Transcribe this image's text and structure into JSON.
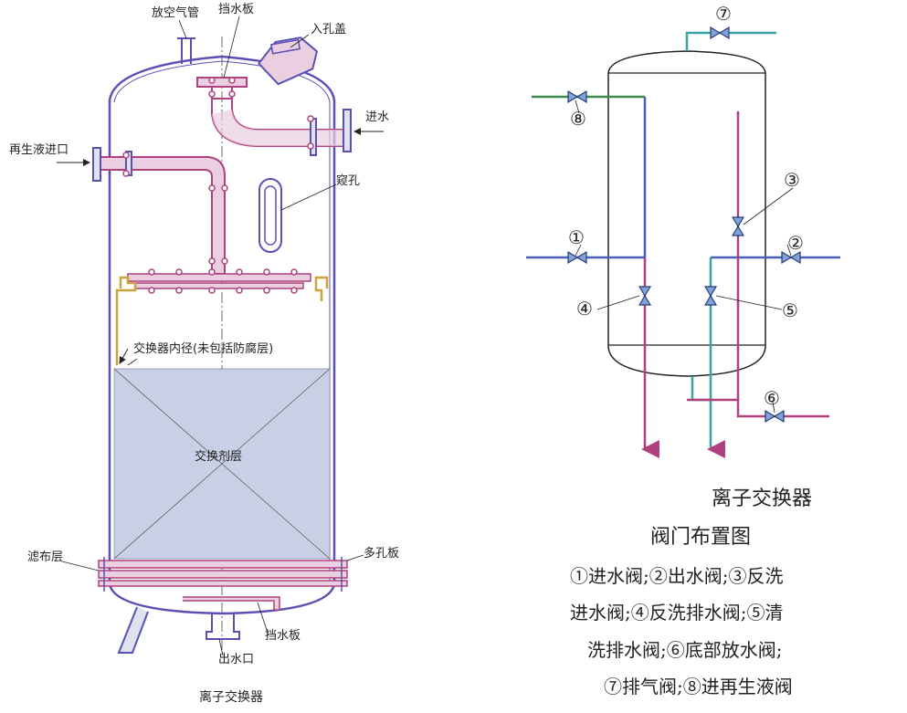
{
  "left_diagram": {
    "caption": "离子交换器",
    "labels": {
      "vent_pipe": "放空气管",
      "baffle_top": "挡水板",
      "manhole_cover": "入孔盖",
      "water_inlet": "进水",
      "regen_inlet": "再生液进口",
      "sight_hole": "窥孔",
      "inner_diameter": "交换器内径(未包括防腐层)",
      "resin_layer": "交换剂层",
      "filter_cloth": "滤布层",
      "perforated_plate": "多孔板",
      "baffle_bottom": "挡水板",
      "water_outlet": "出水口"
    }
  },
  "right_diagram": {
    "valve_numbers": [
      "⑦",
      "⑧",
      "③",
      "①",
      "②",
      "④",
      "⑤",
      "⑥"
    ],
    "title_line1": "离子交换器",
    "title_line2": "阀门布置图",
    "legend": [
      "①进水阀;②出水阀;③反洗",
      "进水阀;④反洗排水阀;⑤清",
      "洗排水阀;⑥底部放水阀;",
      "⑦排气阀;⑧进再生液阀"
    ]
  },
  "colors": {
    "vessel_outline": "#5a4fb5",
    "pink_pipe": "#b0407e",
    "pipe_fill": "#e9cfe0",
    "resin_fill": "#c9d0e6",
    "distributor_yellow": "#c9a43a",
    "blue_pipe": "#4a60b8",
    "teal_pipe": "#3aa3a3",
    "green_pipe": "#3a8a4a",
    "valve_fill": "#7fa3d6"
  }
}
